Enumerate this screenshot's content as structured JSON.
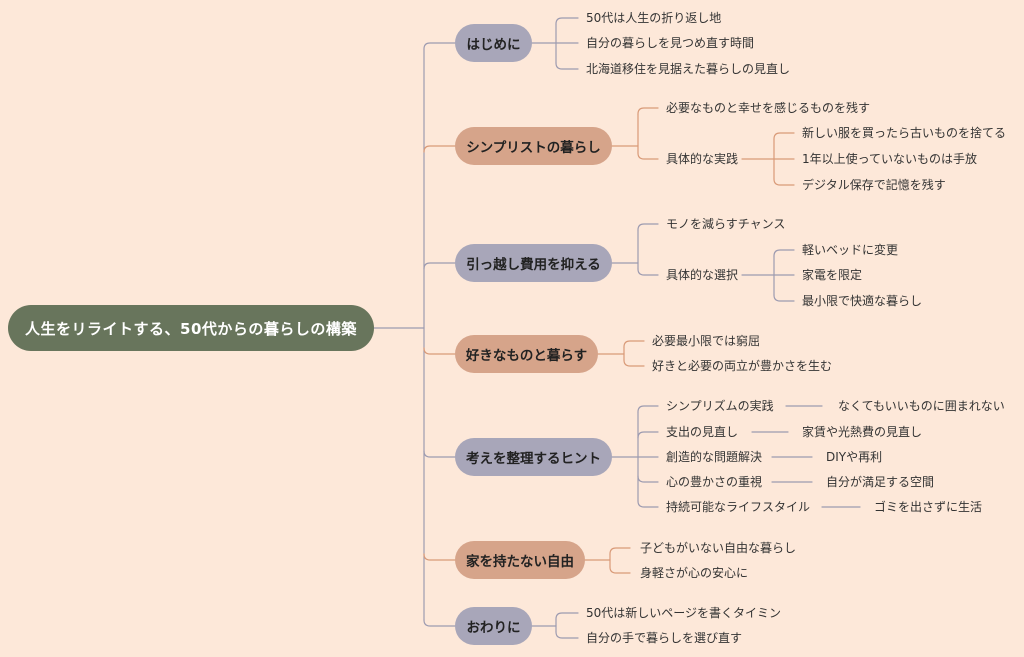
{
  "root": "人生をリライトする、50代からの暮らしの構築",
  "branches": [
    {
      "label": "はじめに",
      "items": [
        "50代は人生の折り返し地",
        "自分の暮らしを見つめ直す時間",
        "北海道移住を見据えた暮らしの見直し"
      ]
    },
    {
      "label": "シンプリストの暮らし",
      "items": [
        "必要なものと幸せを感じるものを残す",
        "具体的な実践"
      ],
      "sub": [
        "新しい服を買ったら古いものを捨てる",
        "1年以上使っていないものは手放",
        "デジタル保存で記憶を残す"
      ]
    },
    {
      "label": "引っ越し費用を抑える",
      "items": [
        "モノを減らすチャンス",
        "具体的な選択"
      ],
      "sub": [
        "軽いベッドに変更",
        "家電を限定",
        "最小限で快適な暮らし"
      ]
    },
    {
      "label": "好きなものと暮らす",
      "items": [
        "必要最小限では窮屈",
        "好きと必要の両立が豊かさを生む"
      ]
    },
    {
      "label": "考えを整理するヒント",
      "items": [
        "シンプリズムの実践",
        "支出の見直し",
        "創造的な問題解決",
        "心の豊かさの重視",
        "持続可能なライフスタイル"
      ],
      "details": [
        "なくてもいいものに囲まれない",
        "家賃や光熱費の見直し",
        "DIYや再利",
        "自分が満足する空間",
        "ゴミを出さずに生活"
      ]
    },
    {
      "label": "家を持たない自由",
      "items": [
        "子どもがいない自由な暮らし",
        "身軽さが心の安心に"
      ]
    },
    {
      "label": "おわりに",
      "items": [
        "50代は新しいページを書くタイミン",
        "自分の手で暮らしを選び直す"
      ]
    }
  ],
  "colors": {
    "background": "#fde8d9",
    "root": "#68755c",
    "branch_purple": "#a8a6b9",
    "branch_orange": "#d6a48a",
    "line_purple": "#9d9bb0",
    "line_orange": "#d99a78"
  }
}
